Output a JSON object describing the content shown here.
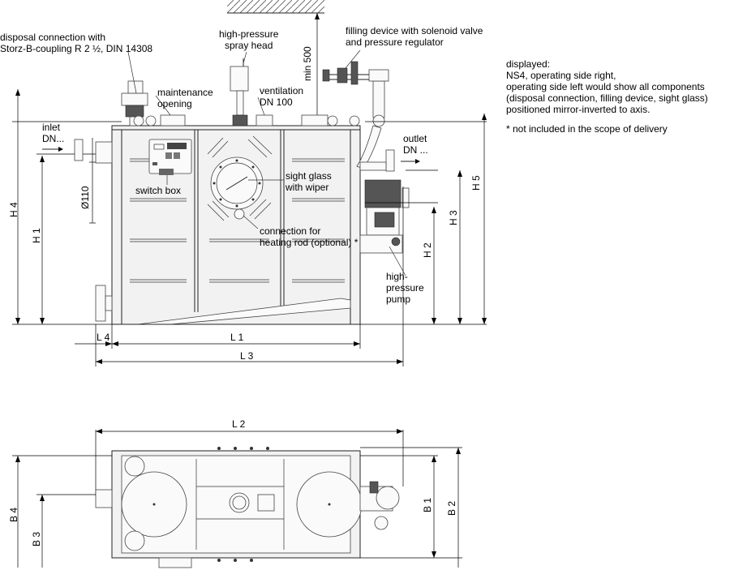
{
  "labels": {
    "disposal_connection": [
      "disposal connection with",
      "Storz-B-coupling R 2 ½, DIN 14308"
    ],
    "spray_head": [
      "high-pressure",
      "spray head"
    ],
    "filling_device": [
      "filling device with solenoid valve",
      "and pressure regulator"
    ],
    "maintenance": [
      "maintenance",
      "opening"
    ],
    "ventilation": [
      "ventilation",
      "DN 100"
    ],
    "inlet": [
      "inlet",
      "DN..."
    ],
    "outlet": [
      "outlet",
      "DN ..."
    ],
    "switch_box": "switch box",
    "sight_glass": [
      "sight glass",
      "with wiper"
    ],
    "heating_rod": [
      "connection for",
      "heating rod (optional) *"
    ],
    "pump": [
      "high-",
      "pressure",
      "pump"
    ],
    "diameter": "Ø110",
    "min500": "min 500"
  },
  "note": {
    "lines": [
      "displayed:",
      "NS4, operating side right,",
      "operating side left would show all components",
      "(disposal connection, filling device, sight glass)",
      "positioned mirror-inverted to axis."
    ],
    "footnote": "* not included in the scope of delivery"
  },
  "dimensions": {
    "H1": "H 1",
    "H2": "H 2",
    "H3": "H 3",
    "H4": "H 4",
    "H5": "H 5",
    "L1": "L 1",
    "L2": "L 2",
    "L3": "L 3",
    "L4": "L 4",
    "B1": "B 1",
    "B2": "B 2",
    "B3": "B 3",
    "B4": "B 4"
  }
}
